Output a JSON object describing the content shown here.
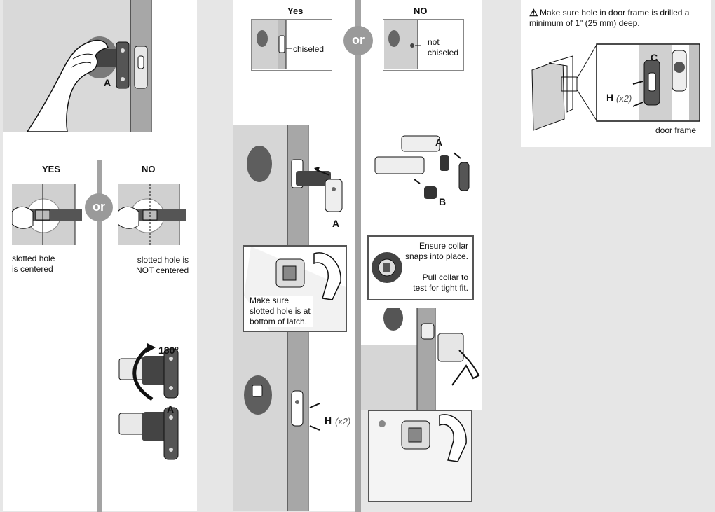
{
  "col1": {
    "step1": {
      "label_a": "A"
    },
    "compare": {
      "yes": "YES",
      "no": "NO",
      "or": "or",
      "yes_caption": "slotted hole\nis centered",
      "no_caption": "slotted hole is\nNOT centered"
    },
    "rotate": {
      "angle": "180°",
      "label_a": "A"
    }
  },
  "col2": {
    "compare": {
      "yes": "Yes",
      "no": "NO",
      "or": "or",
      "yes_caption": "chiseled",
      "no_caption": "not\nchiseled"
    },
    "insert": {
      "label_a": "A"
    },
    "note": "Make sure\nslotted hole is at\nbottom of latch.",
    "screws": {
      "label_h": "H",
      "qty": "(x2)"
    }
  },
  "col3": {
    "collar": {
      "label_a": "A",
      "label_b": "B"
    },
    "note": "Ensure collar\nsnaps into place.\n\nPull collar to\ntest for tight fit."
  },
  "col4": {
    "warning": "Make sure hole in door frame is drilled a\nminimum of 1\" (25 mm) deep.",
    "warning_icon": "warning-triangle-icon",
    "label_c": "C",
    "label_h": "H",
    "qty": "(x2)",
    "caption": "door frame"
  }
}
